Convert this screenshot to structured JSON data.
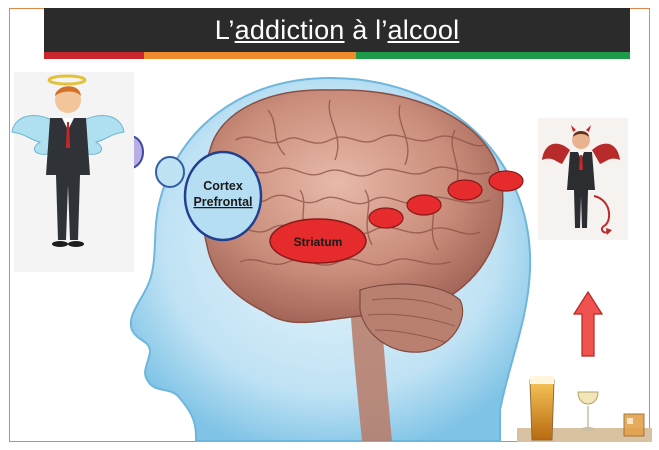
{
  "slide": {
    "title_part1": "L’",
    "title_word1": "addiction",
    "title_part2": " à l’",
    "title_word2": "alcool",
    "accent_colors": {
      "frame": "#e2894a",
      "title_bg": "#2b2b2b",
      "stripe_red": "#c8282b",
      "stripe_orange": "#ef8b2c",
      "stripe_green": "#1f9a4a"
    }
  },
  "brain": {
    "cortex_line1": "Cortex",
    "cortex_line2": "Prefrontal",
    "striatum_label": "Striatum"
  },
  "icons": {
    "angel": "angel-businessman-icon",
    "devil": "devil-businessman-icon",
    "arrow": "red-up-arrow-icon",
    "drinks": "alcohol-glasses-icon"
  }
}
